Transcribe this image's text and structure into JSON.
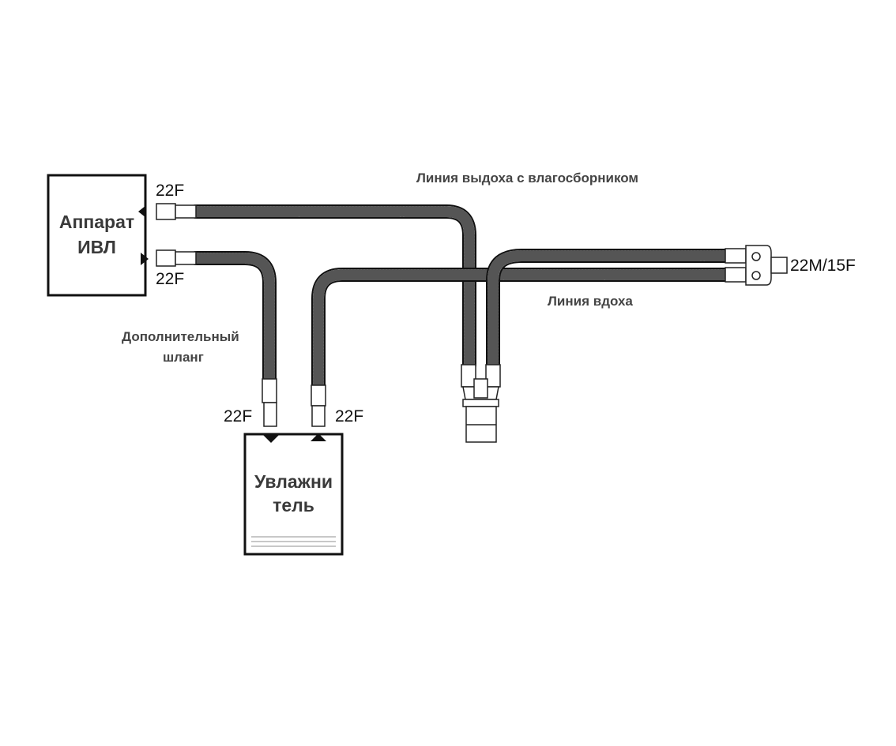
{
  "ventilator": {
    "line1": "Аппарат",
    "line2": "ИВЛ"
  },
  "humidifier": {
    "line1": "Увлажни",
    "line2": "тель"
  },
  "labels": {
    "exhalation_line": "Линия выдоха с влагосборником",
    "inhalation_line": "Линия вдоха",
    "extra_hose_line1": "Дополнительный",
    "extra_hose_line2": "шланг"
  },
  "ports": {
    "vent_top": "22F",
    "vent_bottom": "22F",
    "hum_left": "22F",
    "hum_right": "22F",
    "patient": "22M/15F"
  },
  "colors": {
    "outline": "#111111",
    "hose": "#666666",
    "text": "#333333"
  }
}
